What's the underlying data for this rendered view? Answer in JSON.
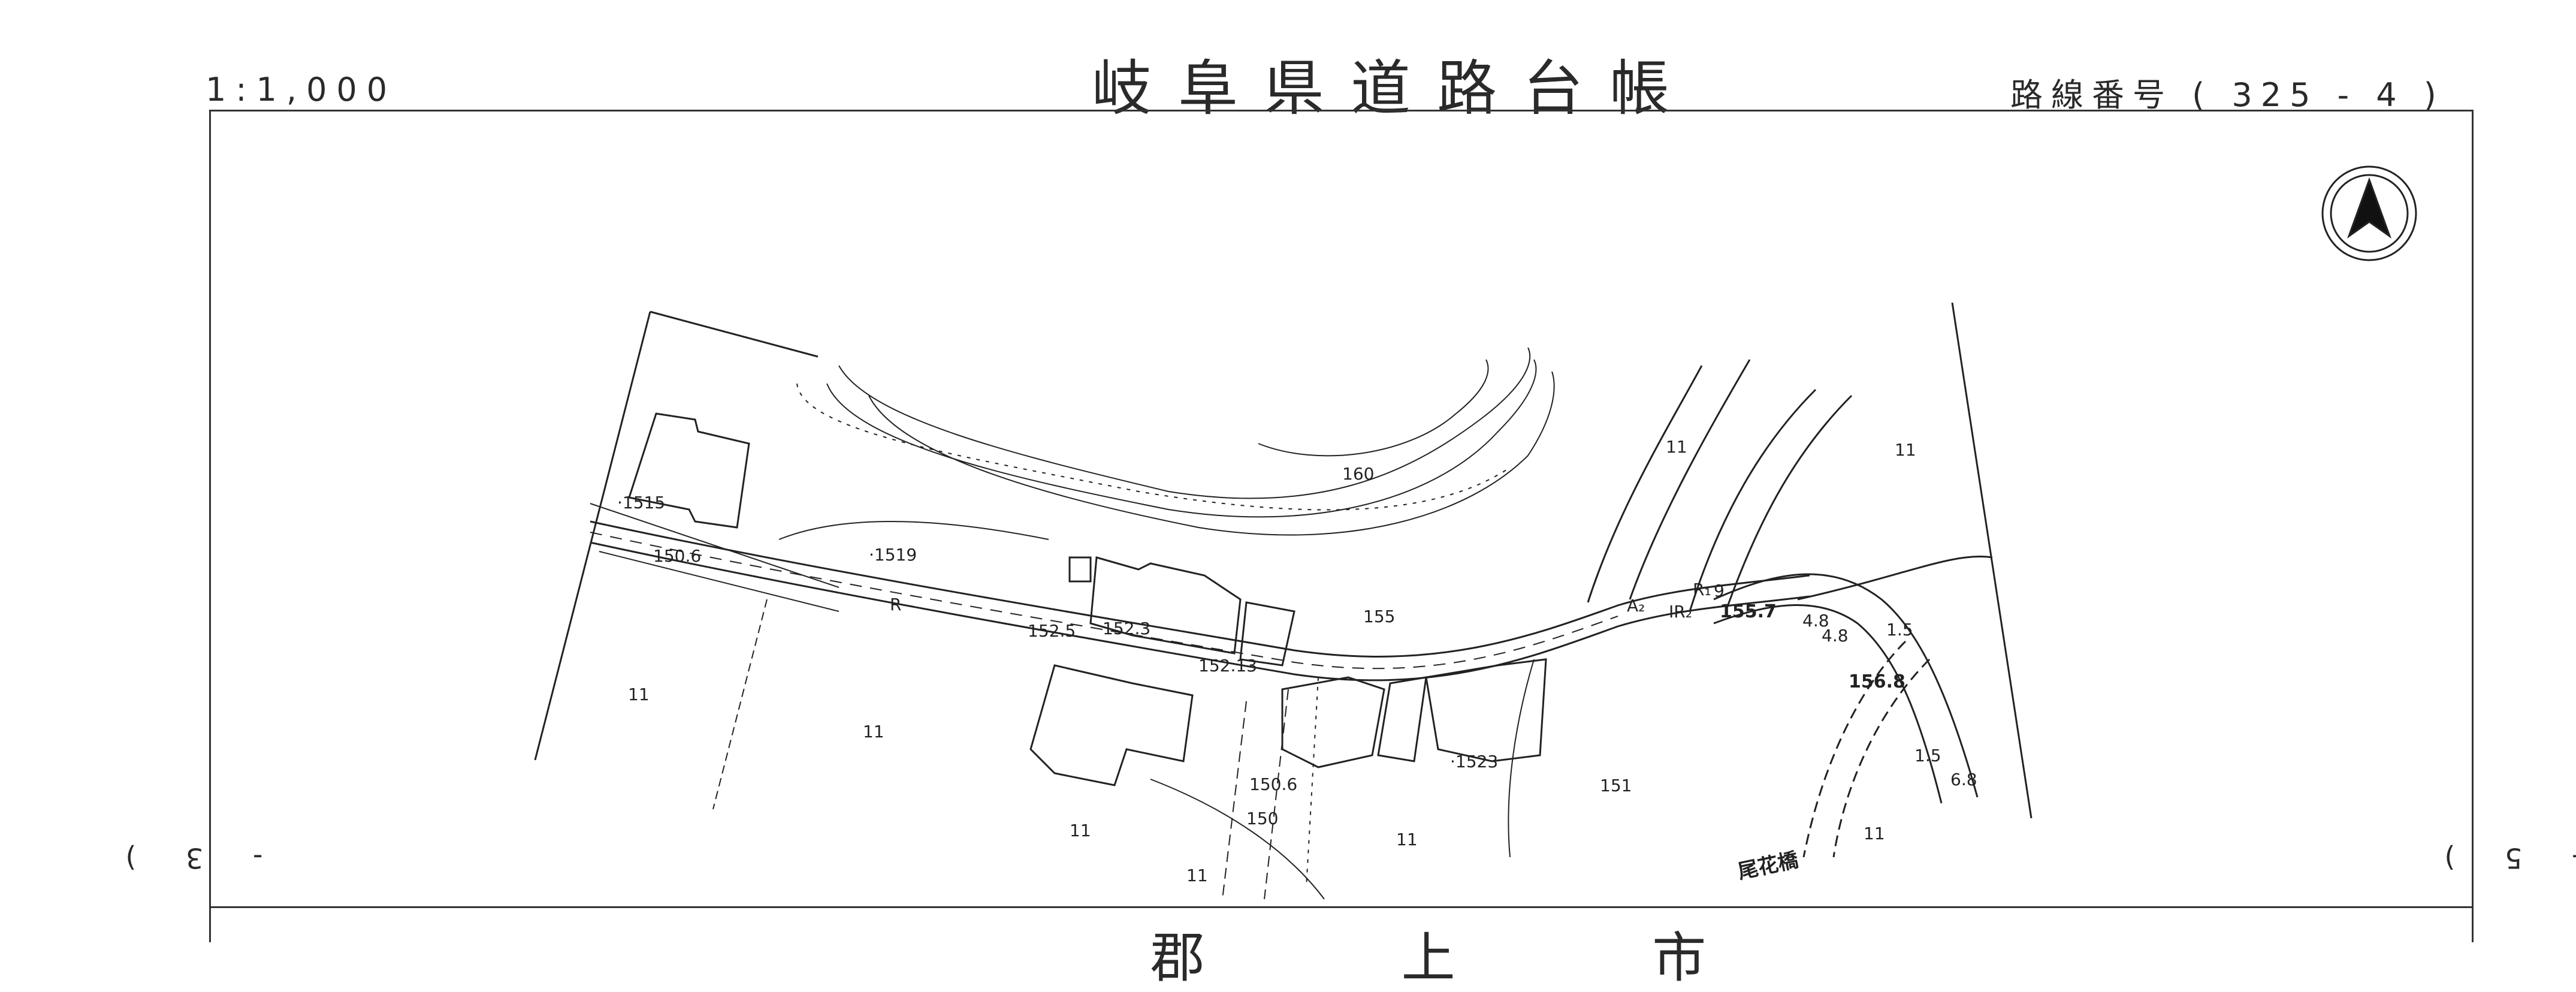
{
  "header": {
    "scale": "1:1,000",
    "title": "岐阜県道路台帳",
    "route_number": "路線番号 ( 325 -  4  )"
  },
  "page_markers": {
    "left": "- 3 )",
    "right": "- 5 )"
  },
  "bottom_text": "郡 上 市",
  "map": {
    "elevations": [
      "·1515",
      "150.6",
      "·1519",
      "152.3",
      "152.5",
      "152.13",
      "155",
      "160",
      "155.7",
      "156.8",
      "150.6",
      "150",
      "·1523",
      "151"
    ],
    "curve_marks": [
      "A₂",
      "R₁",
      "IR₂",
      "4.8",
      "4.8",
      "1.5",
      "6.8",
      "1.5",
      "R",
      "9"
    ],
    "land_marks": [
      "11",
      "11",
      "11",
      "11",
      "11",
      "11",
      "11",
      "11"
    ],
    "bridge_name": "尾花橋",
    "north_symbol": "north-arrow"
  }
}
